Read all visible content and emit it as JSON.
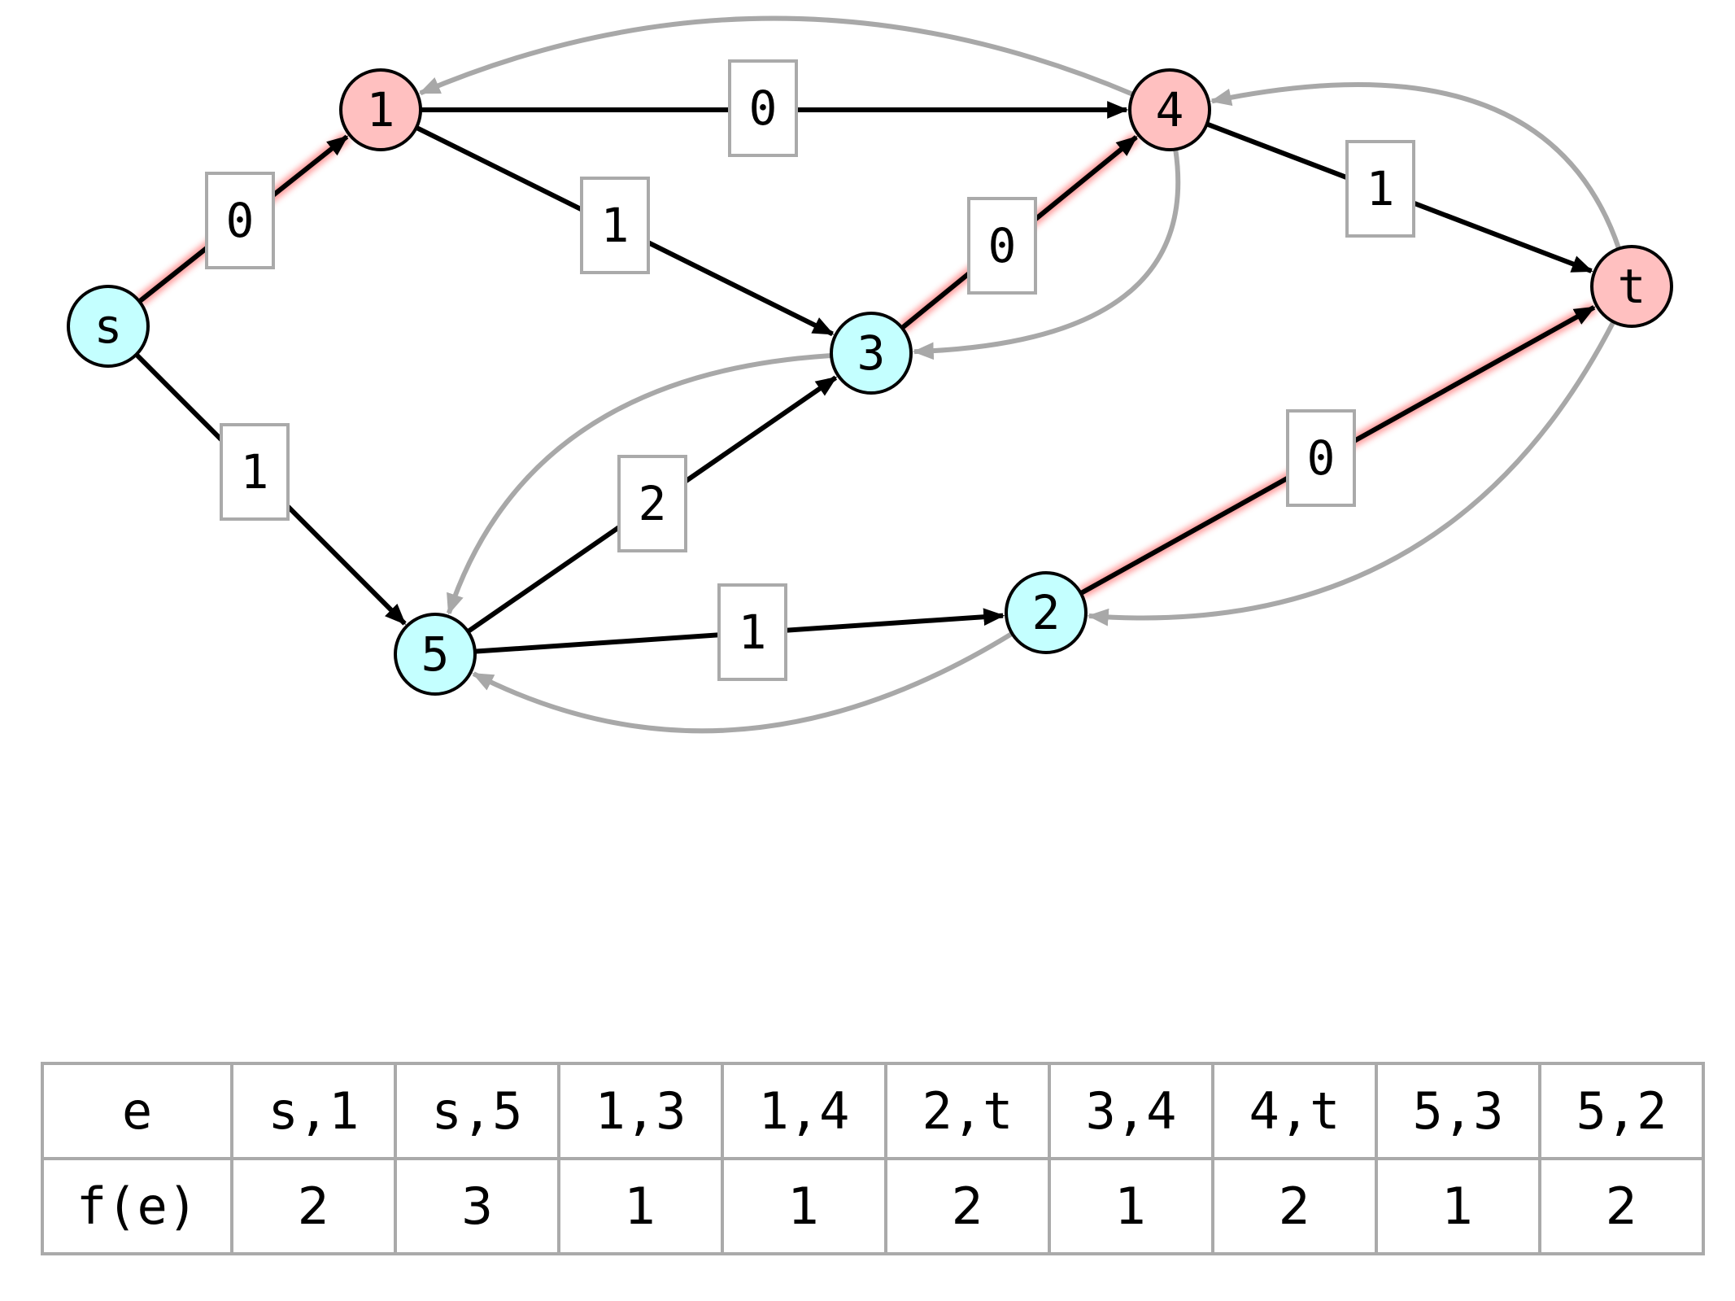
{
  "colors": {
    "source_side": "#c4ffff",
    "sink_side": "#ffc0c0",
    "edge": "#000000",
    "residual_edge": "#a8a8a8",
    "saturated_glow": "#ff8080",
    "label_border": "#aaaaaa"
  },
  "nodes": [
    {
      "id": "s",
      "label": "s",
      "side": "source"
    },
    {
      "id": "1",
      "label": "1",
      "side": "sink"
    },
    {
      "id": "4",
      "label": "4",
      "side": "sink"
    },
    {
      "id": "t",
      "label": "t",
      "side": "sink"
    },
    {
      "id": "3",
      "label": "3",
      "side": "source"
    },
    {
      "id": "5",
      "label": "5",
      "side": "source"
    },
    {
      "id": "2",
      "label": "2",
      "side": "source"
    }
  ],
  "edges": [
    {
      "from": "s",
      "to": "1",
      "residual": "0",
      "saturated": true
    },
    {
      "from": "1",
      "to": "4",
      "residual": "0",
      "saturated": false
    },
    {
      "from": "1",
      "to": "3",
      "residual": "1",
      "saturated": false
    },
    {
      "from": "3",
      "to": "4",
      "residual": "0",
      "saturated": true
    },
    {
      "from": "4",
      "to": "t",
      "residual": "1",
      "saturated": false
    },
    {
      "from": "s",
      "to": "5",
      "residual": "1",
      "saturated": false
    },
    {
      "from": "5",
      "to": "3",
      "residual": "2",
      "saturated": false
    },
    {
      "from": "5",
      "to": "2",
      "residual": "1",
      "saturated": false
    },
    {
      "from": "2",
      "to": "t",
      "residual": "0",
      "saturated": true
    }
  ],
  "back_edges": [
    {
      "from": "4",
      "to": "1"
    },
    {
      "from": "t",
      "to": "4"
    },
    {
      "from": "4",
      "to": "3"
    },
    {
      "from": "3",
      "to": "5"
    },
    {
      "from": "t",
      "to": "2"
    },
    {
      "from": "2",
      "to": "5"
    }
  ],
  "flow_table": {
    "header_label": "e",
    "value_label": "f(e)",
    "edges": [
      "s,1",
      "s,5",
      "1,3",
      "1,4",
      "2,t",
      "3,4",
      "4,t",
      "5,3",
      "5,2"
    ],
    "flows": [
      "2",
      "3",
      "1",
      "1",
      "2",
      "1",
      "2",
      "1",
      "2"
    ]
  }
}
